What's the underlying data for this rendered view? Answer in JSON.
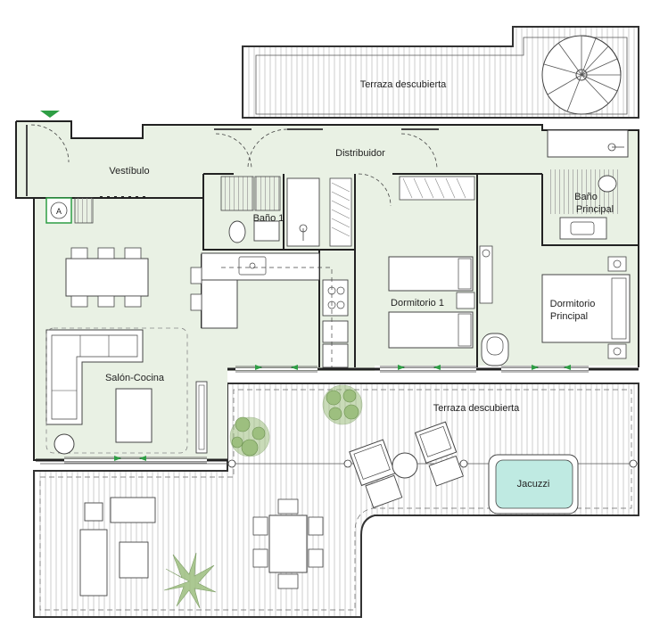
{
  "plan": {
    "rooms": {
      "terraza_top": "Terraza descubierta",
      "distribuidor": "Distribuidor",
      "vestibulo": "Vestíbulo",
      "bano1": "Baño 1",
      "bano_principal_1": "Baño",
      "bano_principal_2": "Principal",
      "dormitorio1": "Dormitorio 1",
      "dormitorio_principal_1": "Dormitorio",
      "dormitorio_principal_2": "Principal",
      "salon_cocina": "Salón-Cocina",
      "terraza_bottom": "Terraza descubierta",
      "jacuzzi": "Jacuzzi"
    },
    "symbols": {
      "meter": "A",
      "entrance_marker_color": "#2e9e44",
      "window_arrow_color": "#2e9e44",
      "interior_fill": "#e9f1e4",
      "jacuzzi_fill": "#bfeae2",
      "plant_color": "#9dbf7f"
    }
  }
}
